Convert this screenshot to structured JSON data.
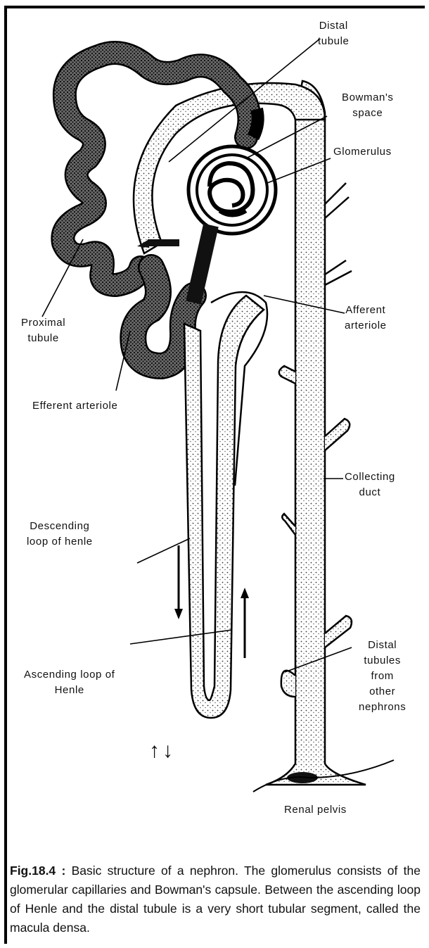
{
  "labels": {
    "distal_tubule": [
      "Distal",
      "tubule"
    ],
    "bowmans_space": [
      "Bowman's",
      "space"
    ],
    "glomerulus": [
      "Glomerulus"
    ],
    "proximal_tubule": [
      "Proximal",
      "tubule"
    ],
    "afferent_arteriole": [
      "Afferent",
      "arteriole"
    ],
    "efferent_arteriole": [
      "Efferent arteriole"
    ],
    "collecting_duct": [
      "Collecting",
      "duct"
    ],
    "descending_loop": [
      "Descending",
      "loop of henle"
    ],
    "ascending_loop": [
      "Ascending loop of",
      "Henle"
    ],
    "distal_tubules_other": [
      "Distal",
      "tubules",
      "from",
      "other",
      "nephrons"
    ],
    "renal_pelvis": [
      "Renal pelvis"
    ]
  },
  "flow_arrows": "↑↓",
  "caption": {
    "fig_number": "Fig.18.4 :",
    "text": "Basic structure of a nephron. The glomerulus consists of the glomerular capillaries and Bowman's capsule. Between the ascending loop of Henle and the distal tubule is a very short tubular segment, called the macula densa."
  },
  "colors": {
    "ink": "#111111",
    "stipple": "#3a3a3a",
    "dark": "#1a1a1a"
  }
}
